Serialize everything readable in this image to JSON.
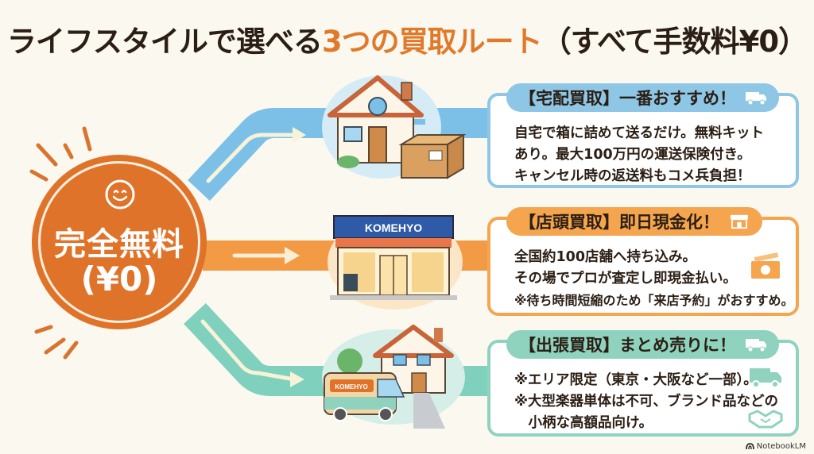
{
  "title": {
    "part1": "ライフスタイルで選べる",
    "highlight": "3つの買取ルート",
    "part2": "（すべて手数料¥0）"
  },
  "badge": {
    "icon": "smiley-face-icon",
    "main": "完全無料",
    "sub": "(¥0)"
  },
  "routes": [
    {
      "id": "delivery",
      "color": "#8ec7e6",
      "illustration": "house-with-cardboard-box",
      "heading": "【宅配買取】一番おすすめ！",
      "heading_icon": "delivery-truck-icon",
      "lines": [
        "自宅で箱に詰めて送るだけ。無料キット",
        "あり。最大100万円の運送保険付き。",
        "キャンセル時の返送料もコメ兵負担！"
      ]
    },
    {
      "id": "store",
      "color": "#f4a54e",
      "illustration": "komehyo-storefront",
      "store_sign": "KOMEHYO",
      "heading": "【店頭買取】即日現金化！",
      "heading_icon": "store-icon",
      "side_icon": "cash-icon",
      "lines": [
        "全国約100店舗へ持ち込み。",
        "その場でプロが査定し即現金払い。"
      ],
      "note": "※待ち時間短縮のため「来店予約」がおすすめ。"
    },
    {
      "id": "visit",
      "color": "#8fd3bf",
      "illustration": "komehyo-van-at-house",
      "van_label": "KOMEHYO",
      "heading": "【出張買取】まとめ売りに！",
      "heading_icon": "truck-icon",
      "side_icons": [
        "truck-icon",
        "handshake-icon"
      ],
      "lines": [
        "※エリア限定（東京・大阪など一部）。",
        "※大型楽器単体は不可、ブランド品などの",
        "　小柄な高額品向け。"
      ]
    }
  ],
  "footer": {
    "brand": "NotebookLM"
  }
}
